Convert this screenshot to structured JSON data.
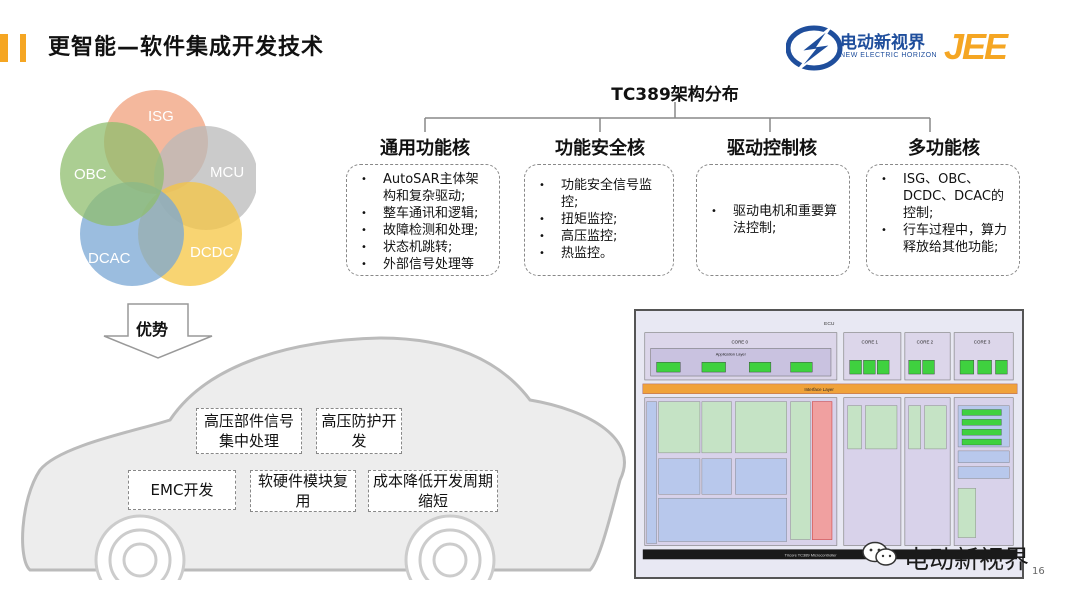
{
  "slide": {
    "title": "更智能—软件集成开发技术",
    "page_number": "16"
  },
  "logo": {
    "brand_cn": "电动新视界",
    "brand_en": "NEW ELECTRIC HORIZON",
    "mark": "JEE"
  },
  "architecture": {
    "title": "TC389架构分布",
    "cores": [
      {
        "heading": "通用功能核",
        "items": [
          "AutoSAR主体架构和复杂驱动;",
          "整车通讯和逻辑;",
          "故障检测和处理;",
          "状态机跳转;",
          "外部信号处理等"
        ]
      },
      {
        "heading": "功能安全核",
        "items": [
          "功能安全信号监控;",
          "扭矩监控;",
          "高压监控;",
          "热监控。"
        ]
      },
      {
        "heading": "驱动控制核",
        "items": [
          "驱动电机和重要算法控制;"
        ]
      },
      {
        "heading": "多功能核",
        "items": [
          "ISG、OBC、DCDC、DCAC的控制;",
          "行车过程中，算力释放给其他功能;"
        ]
      }
    ]
  },
  "venn": {
    "labels": [
      "ISG",
      "OBC",
      "MCU",
      "DCAC",
      "DCDC"
    ],
    "colors": {
      "ISG": "#f0a07c",
      "OBC": "#8fbe6e",
      "MCU": "#b9b9b9",
      "DCAC": "#7aa7d4",
      "DCDC": "#f6c543"
    }
  },
  "advantage": {
    "label": "优势",
    "features": [
      "高压部件信号集中处理",
      "高压防护开发",
      "EMC开发",
      "软硬件模块复用",
      "成本降低开发周期缩短"
    ]
  },
  "diagram": {
    "ecu": "ECU",
    "core0": "CORE 0",
    "core1": "CORE 1",
    "core2": "CORE 2",
    "core3": "CORE 3",
    "app_layer": "Application Layer",
    "interface_layer": "Interface Layer",
    "bottom": "Tricore TC389 Microcontroller"
  },
  "watermark": {
    "text": "电动新视界"
  }
}
